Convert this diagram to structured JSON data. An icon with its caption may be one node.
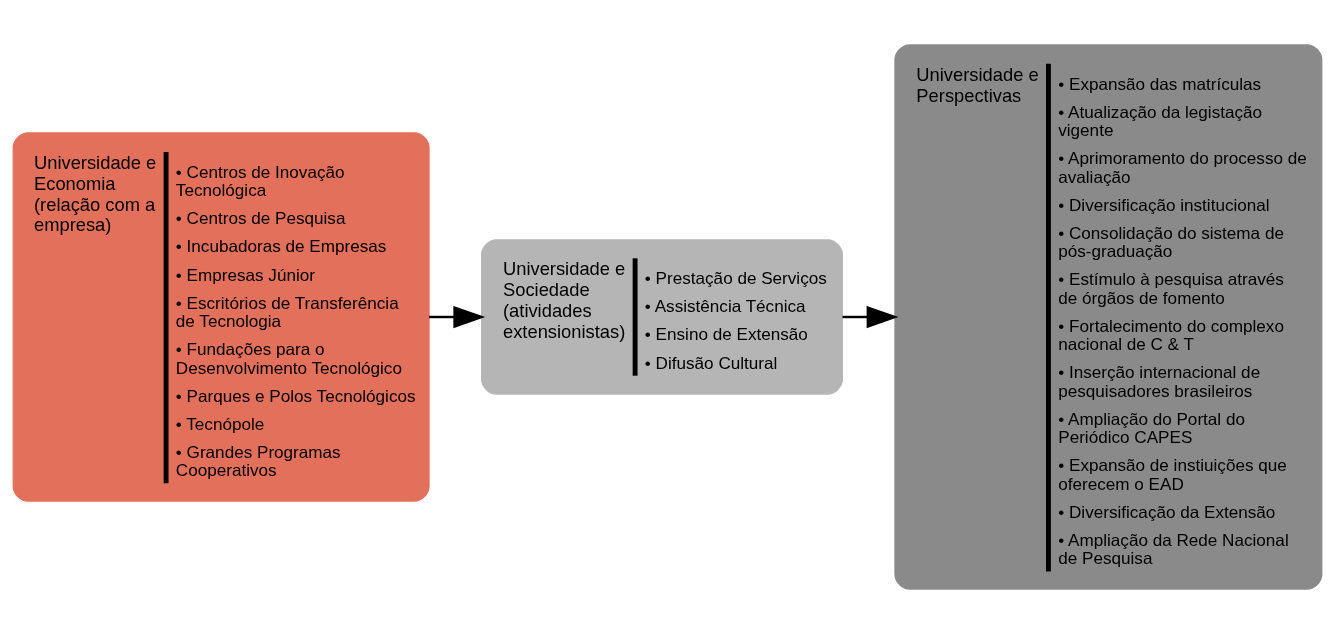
{
  "diagram": {
    "nodes": [
      {
        "text": [
          "Universidade e Economia (relação com a empresa)",
          "• Centros de Inovação Tecnológica",
          "• Centros de Pesquisa",
          "• Incubadoras de Empresas",
          "• Empresas Júnior",
          "• Escritórios de Transferência de Tecnologia",
          "• Fundações para o Desenvolvimento Tecnológico",
          "• Parques e Polos Tecnológicos",
          "• Tecnópole",
          "• Grandes Programas Cooperativos"
        ]
      },
      {
        "text": [
          "Universidade e Sociedade (atividades extensionistas)",
          "• Prestação de Serviços",
          "• Assistência Técnica",
          "• Ensino de Extensão",
          "• Difusão Cultural"
        ]
      },
      {
        "text": [
          "Universidade e Perspectivas",
          "• Expansão das matrículas",
          "• Atualização da legistação vigente",
          "• Aprimoramento do processo de avaliação",
          "• Diversificação institucional",
          "• Consolidação do sistema de pós-graduação",
          "• Estímulo à pesquisa através de órgãos de fomento",
          "• Fortalecimento do complexo nacional de C & T",
          "• Inserção internacional de pesquisadores brasileiros",
          "• Ampliação do Portal do Periódico CAPES",
          "• Expansão de instiuições que oferecem o EAD",
          "• Diversificação da Extensão",
          "• Ampliação da Rede Nacional de Pesquisa"
        ]
      }
    ],
    "edges": [
      {
        "from": 0,
        "to": 1,
        "arrow": "to"
      },
      {
        "from": 1,
        "to": 2,
        "arrow": "to"
      }
    ]
  }
}
